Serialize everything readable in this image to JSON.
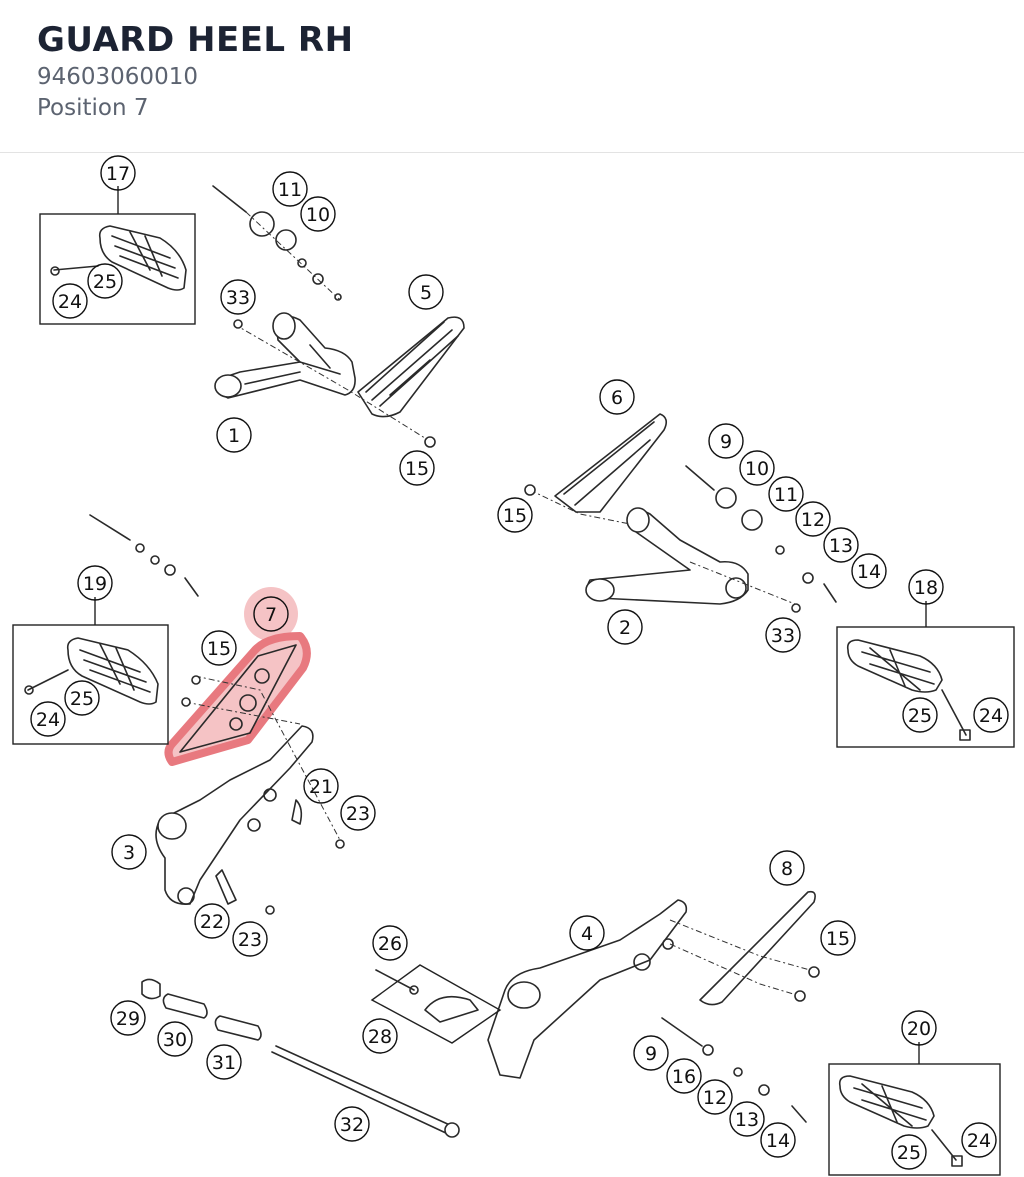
{
  "header": {
    "title": "GUARD HEEL RH",
    "part_number": "94603060010",
    "position": "Position 7"
  },
  "highlight": {
    "position_number": "7",
    "color": "#e8797f"
  },
  "callouts": [
    {
      "id": "c17",
      "label": "17"
    },
    {
      "id": "c11a",
      "label": "11"
    },
    {
      "id": "c10a",
      "label": "10"
    },
    {
      "id": "c25a",
      "label": "25"
    },
    {
      "id": "c24a",
      "label": "24"
    },
    {
      "id": "c33a",
      "label": "33"
    },
    {
      "id": "c5",
      "label": "5"
    },
    {
      "id": "c1",
      "label": "1"
    },
    {
      "id": "c15a",
      "label": "15"
    },
    {
      "id": "c6",
      "label": "6"
    },
    {
      "id": "c9a",
      "label": "9"
    },
    {
      "id": "c10b",
      "label": "10"
    },
    {
      "id": "c11b",
      "label": "11"
    },
    {
      "id": "c12a",
      "label": "12"
    },
    {
      "id": "c13a",
      "label": "13"
    },
    {
      "id": "c14a",
      "label": "14"
    },
    {
      "id": "c15b",
      "label": "15"
    },
    {
      "id": "c2",
      "label": "2"
    },
    {
      "id": "c33b",
      "label": "33"
    },
    {
      "id": "c18",
      "label": "18"
    },
    {
      "id": "c25b",
      "label": "25"
    },
    {
      "id": "c24b",
      "label": "24"
    },
    {
      "id": "c19",
      "label": "19"
    },
    {
      "id": "c7",
      "label": "7"
    },
    {
      "id": "c15c",
      "label": "15"
    },
    {
      "id": "c25c",
      "label": "25"
    },
    {
      "id": "c24c",
      "label": "24"
    },
    {
      "id": "c21",
      "label": "21"
    },
    {
      "id": "c23a",
      "label": "23"
    },
    {
      "id": "c3",
      "label": "3"
    },
    {
      "id": "c22",
      "label": "22"
    },
    {
      "id": "c23b",
      "label": "23"
    },
    {
      "id": "c8",
      "label": "8"
    },
    {
      "id": "c15d",
      "label": "15"
    },
    {
      "id": "c4",
      "label": "4"
    },
    {
      "id": "c26",
      "label": "26"
    },
    {
      "id": "c28",
      "label": "28"
    },
    {
      "id": "c29",
      "label": "29"
    },
    {
      "id": "c30",
      "label": "30"
    },
    {
      "id": "c31",
      "label": "31"
    },
    {
      "id": "c32",
      "label": "32"
    },
    {
      "id": "c9b",
      "label": "9"
    },
    {
      "id": "c16",
      "label": "16"
    },
    {
      "id": "c12b",
      "label": "12"
    },
    {
      "id": "c13b",
      "label": "13"
    },
    {
      "id": "c14b",
      "label": "14"
    },
    {
      "id": "c20",
      "label": "20"
    },
    {
      "id": "c25d",
      "label": "25"
    },
    {
      "id": "c24d",
      "label": "24"
    }
  ]
}
